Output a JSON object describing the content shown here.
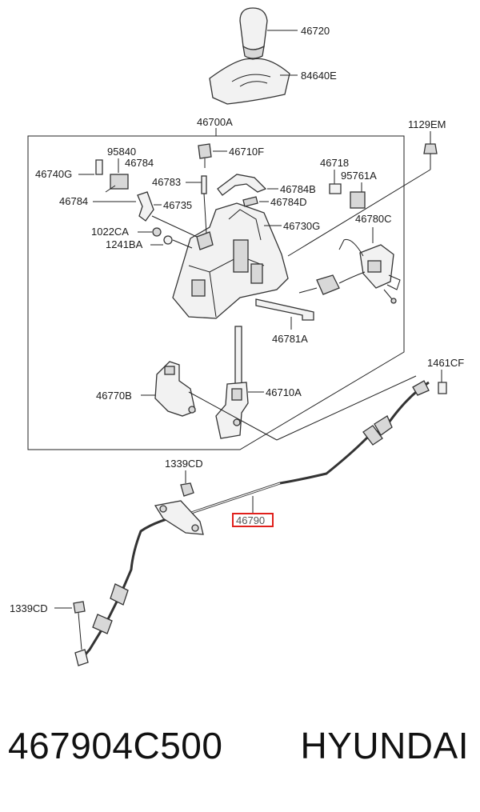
{
  "diagram": {
    "labels": {
      "l46720": "46720",
      "l84640E": "84640E",
      "l46700A": "46700A",
      "l1129EM": "1129EM",
      "l95840": "95840",
      "l46784a": "46784",
      "l46710F": "46710F",
      "l46740G": "46740G",
      "l46783": "46783",
      "l46784b": "46784",
      "l46735": "46735",
      "l46784B": "46784B",
      "l46784D": "46784D",
      "l46718": "46718",
      "l95761A": "95761A",
      "l1022CA": "1022CA",
      "l1241BA": "1241BA",
      "l46730G": "46730G",
      "l46780C": "46780C",
      "l46781A": "46781A",
      "l1461CF": "1461CF",
      "l46770B": "46770B",
      "l46710A": "46710A",
      "l1339CD_top": "1339CD",
      "l46790": "46790",
      "l1339CD_bottom": "1339CD"
    },
    "highlight_color": "#e0201c"
  },
  "footer": {
    "part_number": "467904C500",
    "brand": "HYUNDAI"
  }
}
